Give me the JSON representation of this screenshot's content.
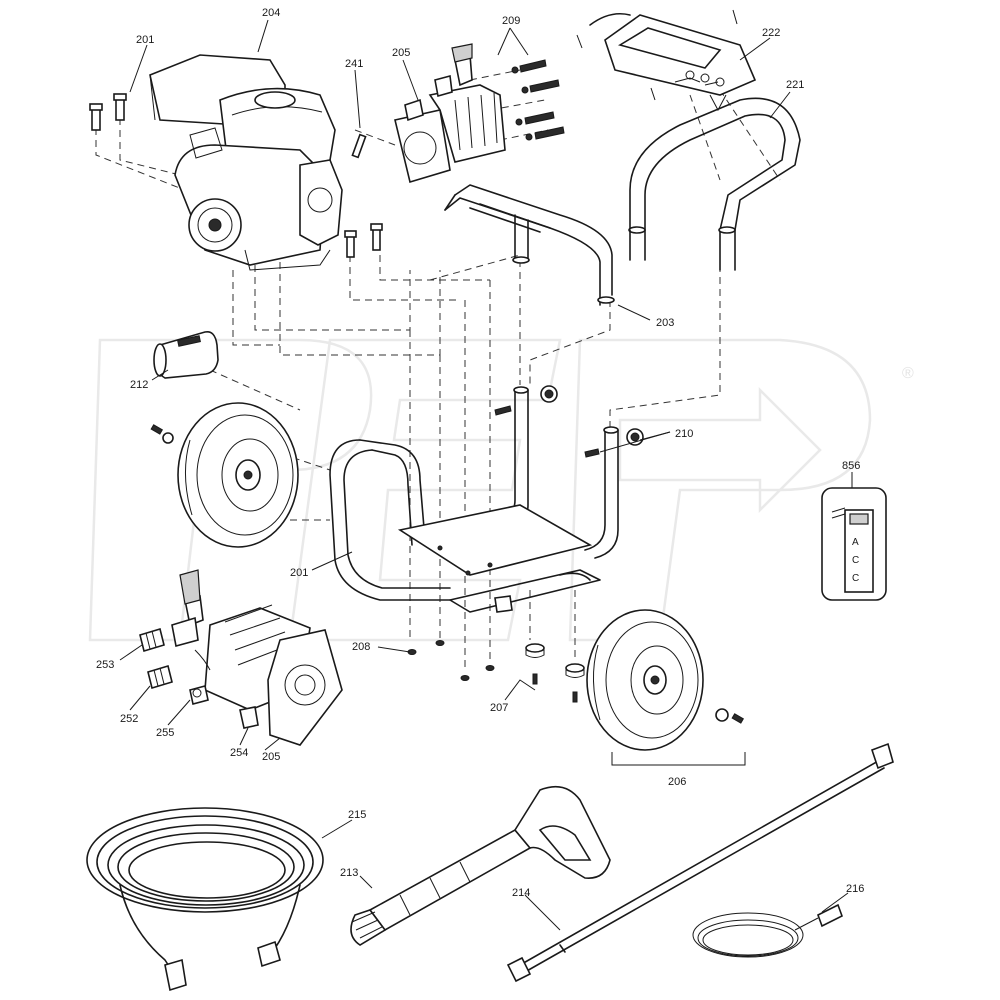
{
  "parts": {
    "p201a": "201",
    "p204": "204",
    "p241": "241",
    "p205a": "205",
    "p209": "209",
    "p222": "222",
    "p221": "221",
    "p203": "203",
    "p212": "212",
    "p210": "210",
    "p856": "856",
    "p201b": "201",
    "p208": "208",
    "p207": "207",
    "p253": "253",
    "p252": "252",
    "p255": "255",
    "p254": "254",
    "p205b": "205",
    "p206": "206",
    "p215": "215",
    "p213": "213",
    "p214": "214",
    "p216": "216"
  },
  "switch_label": "ACC",
  "watermark": {
    "registered": "®",
    "logo_name": "pep-watermark-logo"
  },
  "colors": {
    "line": "#1a1a1a",
    "watermark": "#e9e9e9",
    "background": "#ffffff"
  }
}
